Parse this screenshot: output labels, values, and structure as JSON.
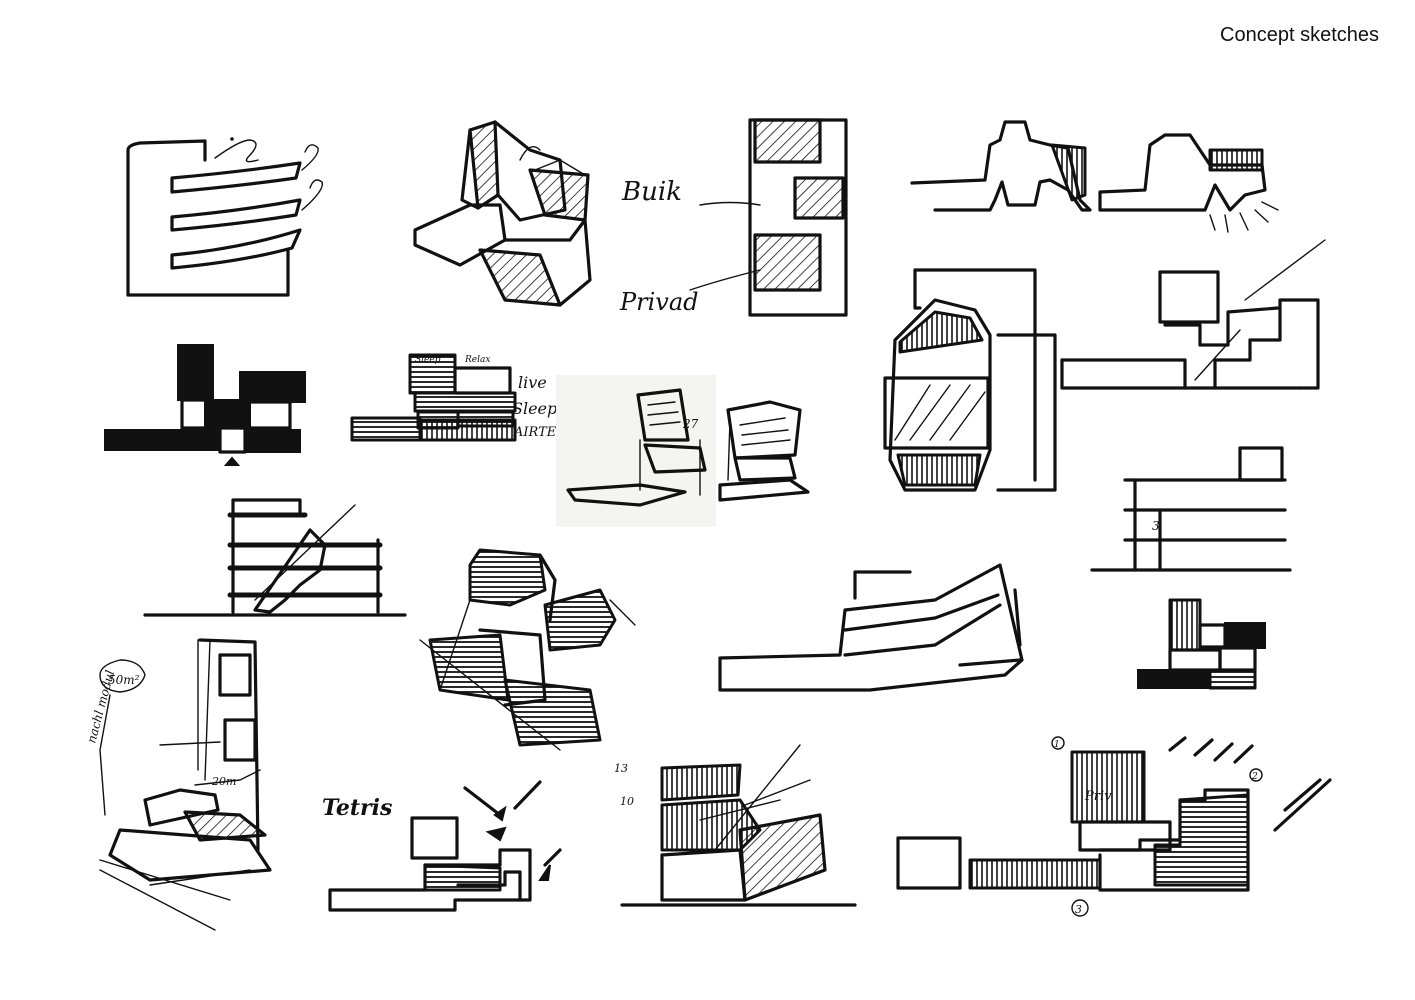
{
  "page": {
    "title": "Concept sketches"
  },
  "annotations": {
    "buik": "Buik",
    "privad": "Privad",
    "live": "live",
    "sleep": "Sleep",
    "airte": "AIRTE",
    "sleep_top": "Sleep",
    "relax_top": "Relax",
    "tetris": "Tetris",
    "area": "50m²",
    "module": "nachl modul",
    "pomo": "20m",
    "priv": "Priv",
    "level13": "13",
    "level10": "10",
    "n1": "1",
    "n2": "2",
    "n3": "3",
    "n27": "27",
    "n3b": "3"
  }
}
